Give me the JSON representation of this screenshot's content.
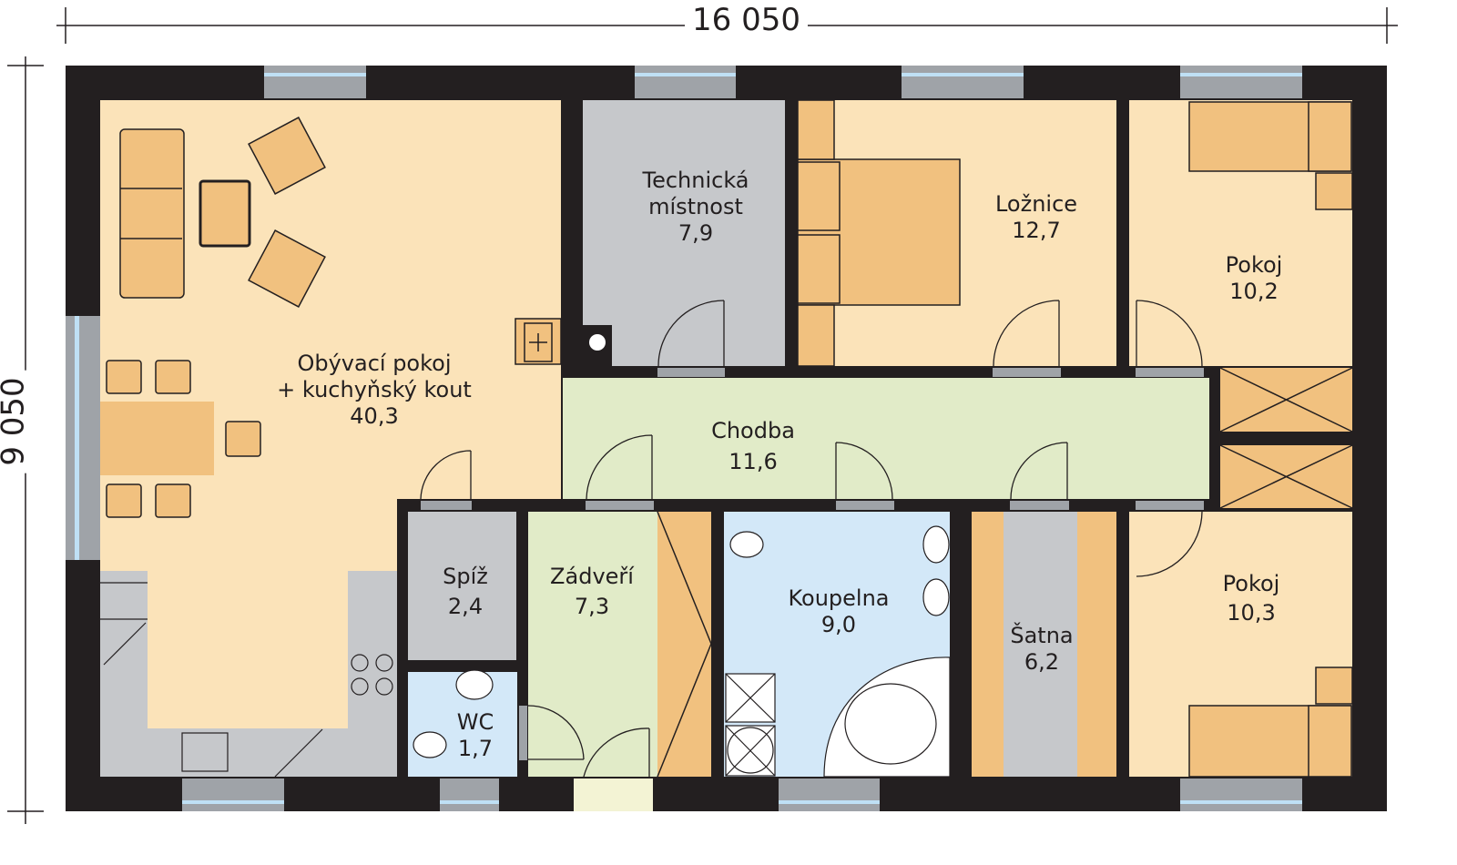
{
  "dimensions": {
    "width": "16 050",
    "height": "9 050"
  },
  "rooms": [
    {
      "name": "Obývací pokoj",
      "name2": "+ kuchyňský kout",
      "area": "40,3"
    },
    {
      "name": "Technická",
      "name2": "místnost",
      "area": "7,9"
    },
    {
      "name": "Ložnice",
      "area": "12,7"
    },
    {
      "name": "Pokoj",
      "area": "10,2"
    },
    {
      "name": "Chodba",
      "area": "11,6"
    },
    {
      "name": "Spíž",
      "area": "2,4"
    },
    {
      "name": "Zádveří",
      "area": "7,3"
    },
    {
      "name": "Koupelna",
      "area": "9,0"
    },
    {
      "name": "Šatna",
      "area": "6,2"
    },
    {
      "name": "Pokoj",
      "area": "10,3"
    },
    {
      "name": "WC",
      "area": "1,7"
    }
  ],
  "colors": {
    "wall": "#231f20",
    "living": "#fbe3b9",
    "hall": "#e1ebc8",
    "bath": "#d3e8f8",
    "service": "#c6c8cb",
    "furniture": "#f1c17f"
  }
}
